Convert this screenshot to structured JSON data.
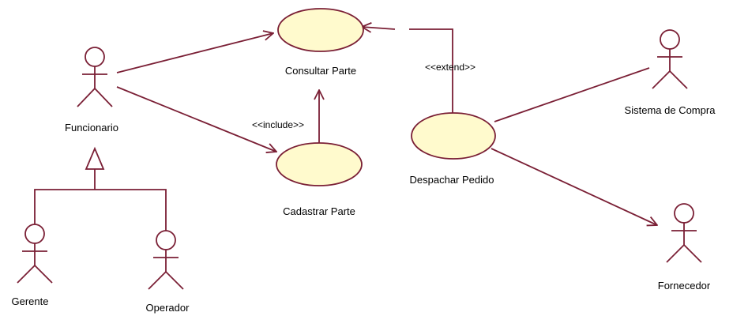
{
  "colors": {
    "stroke": "#7a1f35",
    "usecase_fill": "#fffacd",
    "background": "#ffffff"
  },
  "actors": {
    "funcionario": "Funcionario",
    "gerente": "Gerente",
    "operador": "Operador",
    "sistema_compra": "Sistema de Compra",
    "fornecedor": "Fornecedor"
  },
  "use_cases": {
    "consultar_parte": "Consultar Parte",
    "cadastrar_parte": "Cadastrar Parte",
    "despachar_pedido": "Despachar Pedido"
  },
  "stereotypes": {
    "include": "<<include>>",
    "extend": "<<extend>>"
  }
}
